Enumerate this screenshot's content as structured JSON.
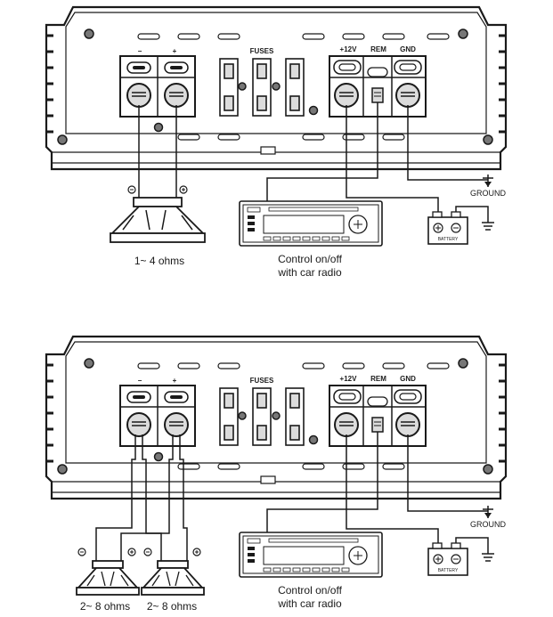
{
  "diagrams": [
    {
      "amp": {
        "speaker_minus": "−",
        "speaker_plus": "+",
        "fuses_label": "FUSES",
        "power_12v": "+12V",
        "rem": "REM",
        "gnd": "GND"
      },
      "ground_label": "GROUND",
      "battery_label": "BATTERY",
      "radio_caption_line1": "Control on/off",
      "radio_caption_line2": "with car radio",
      "speaker_captions": [
        "1~ 4 ohms"
      ]
    },
    {
      "amp": {
        "speaker_minus": "−",
        "speaker_plus": "+",
        "fuses_label": "FUSES",
        "power_12v": "+12V",
        "rem": "REM",
        "gnd": "GND"
      },
      "ground_label": "GROUND",
      "battery_label": "BATTERY",
      "radio_caption_line1": "Control on/off",
      "radio_caption_line2": "with car radio",
      "speaker_captions": [
        "2~ 8 ohms",
        "2~ 8 ohms"
      ]
    }
  ],
  "colors": {
    "line": "#1a1a1a",
    "fill_light": "#ffffff",
    "fill_shade": "#dcdcdc"
  }
}
